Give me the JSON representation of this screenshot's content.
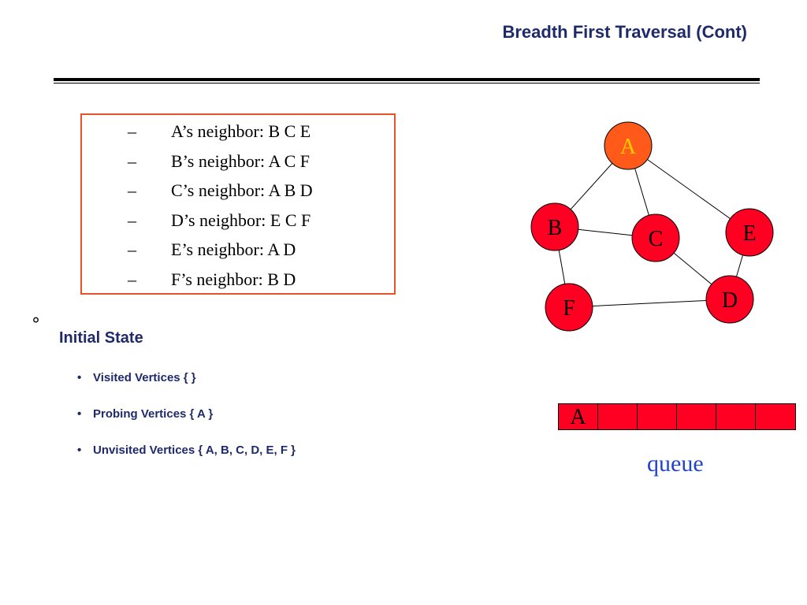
{
  "title": "Breadth First Traversal (Cont)",
  "neighbors": [
    {
      "dash": "–",
      "text": "A’s neighbor: B C E"
    },
    {
      "dash": "–",
      "text": "B’s neighbor: A C F"
    },
    {
      "dash": "–",
      "text": "C’s neighbor: A B D"
    },
    {
      "dash": "–",
      "text": "D’s neighbor: E C F"
    },
    {
      "dash": "–",
      "text": "E’s neighbor: A D"
    },
    {
      "dash": "–",
      "text": "F’s neighbor: B D"
    }
  ],
  "bullet_symbol": "°",
  "state": {
    "heading": "Initial State",
    "items": [
      "Visited Vertices  { }",
      "Probing Vertices { A }",
      "Unvisited Vertices { A, B, C, D, E, F }"
    ]
  },
  "graph": {
    "nodes": [
      {
        "id": "A",
        "label": "A",
        "label_color": "#ffcc00"
      },
      {
        "id": "B",
        "label": "B",
        "label_color": "#000000"
      },
      {
        "id": "C",
        "label": "C",
        "label_color": "#000000"
      },
      {
        "id": "D",
        "label": "D",
        "label_color": "#000000"
      },
      {
        "id": "E",
        "label": "E",
        "label_color": "#000000"
      },
      {
        "id": "F",
        "label": "F",
        "label_color": "#000000"
      }
    ],
    "edges": [
      [
        "A",
        "B"
      ],
      [
        "A",
        "C"
      ],
      [
        "A",
        "E"
      ],
      [
        "B",
        "C"
      ],
      [
        "B",
        "F"
      ],
      [
        "C",
        "D"
      ],
      [
        "E",
        "D"
      ],
      [
        "F",
        "D"
      ]
    ],
    "colors": {
      "A_fill": "#ff5a1a",
      "node_fill": "#ff0022",
      "edge": "#000000"
    }
  },
  "queue": {
    "cells": [
      "A",
      "",
      "",
      "",
      "",
      ""
    ],
    "label": "queue"
  }
}
